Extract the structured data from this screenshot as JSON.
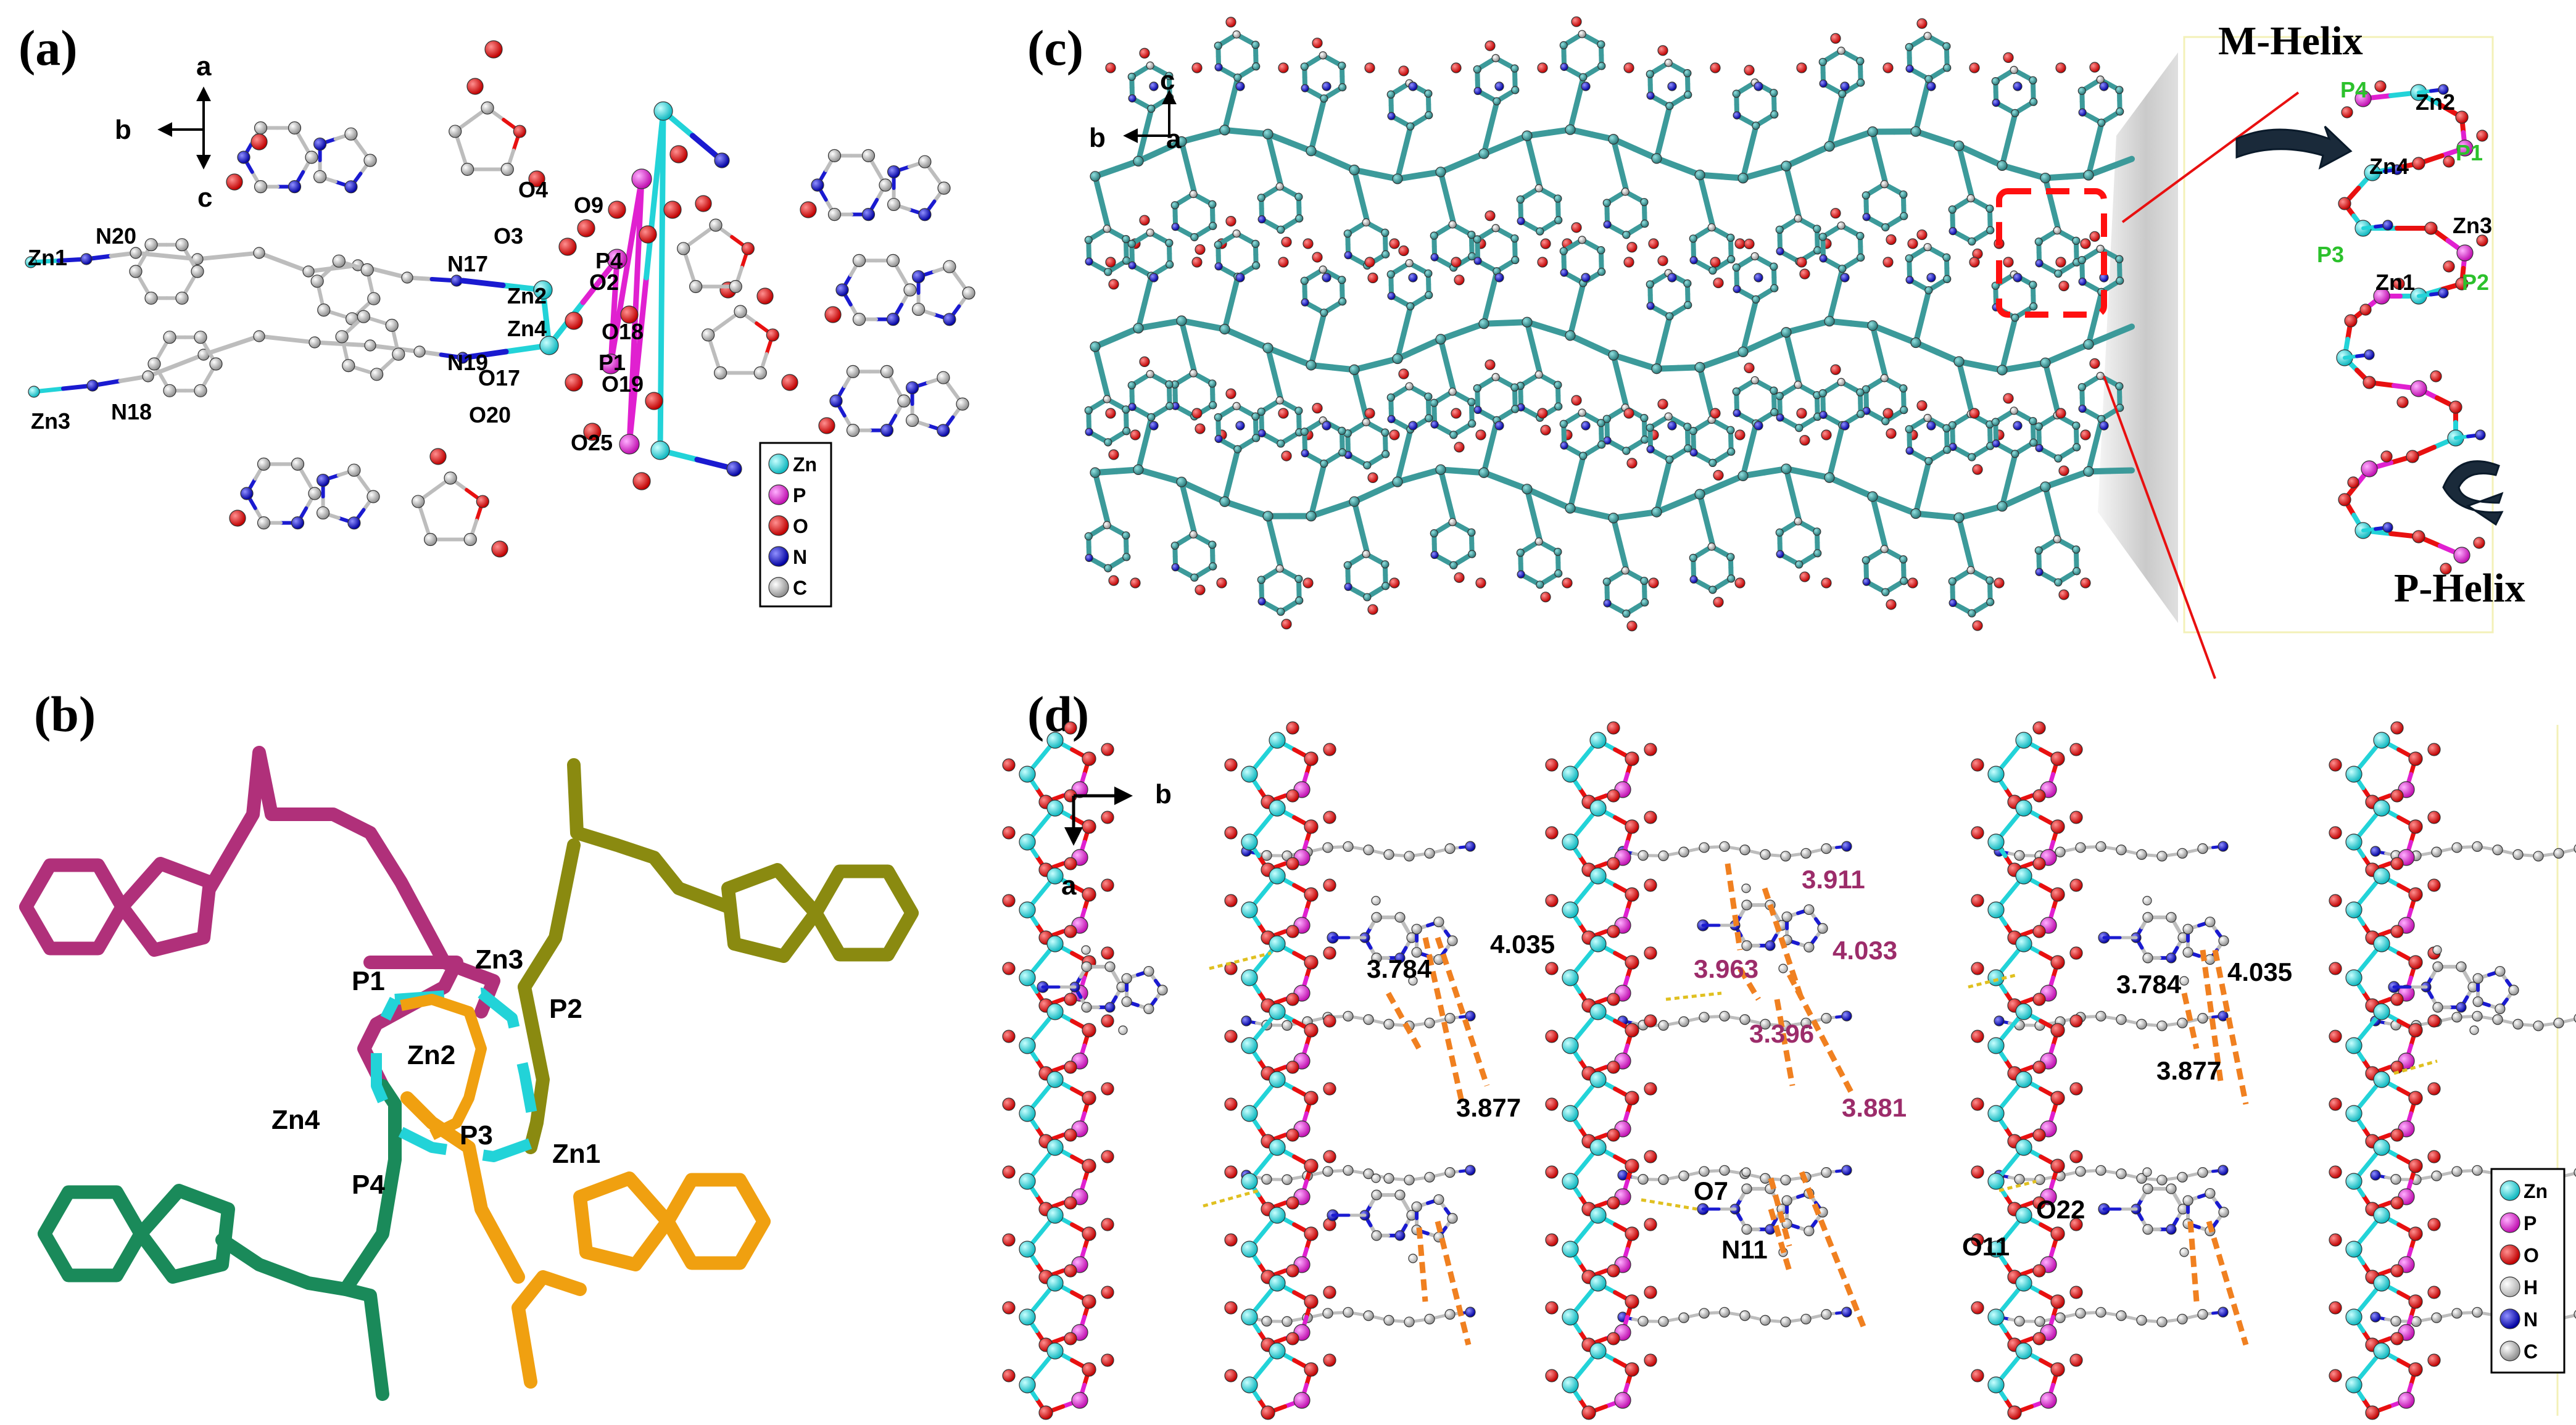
{
  "panels": {
    "a": {
      "label": "(a)",
      "axes": {
        "a": "a",
        "b": "b",
        "c": "c"
      },
      "atoms": [
        "Zn1",
        "N20",
        "Zn3",
        "N18",
        "N17",
        "N19",
        "Zn2",
        "Zn4",
        "O3",
        "O4",
        "O9",
        "P4",
        "O2",
        "O18",
        "P1",
        "O17",
        "O19",
        "O20",
        "O25"
      ],
      "legend": [
        "Zn",
        "P",
        "O",
        "N",
        "C"
      ]
    },
    "b": {
      "label": "(b)",
      "atoms": [
        "P1",
        "Zn3",
        "P2",
        "Zn2",
        "Zn4",
        "P3",
        "Zn1",
        "P4"
      ]
    },
    "c": {
      "label": "(c)",
      "axes": {
        "c": "c",
        "b": "b",
        "a": "a"
      },
      "helix_top": "M-Helix",
      "helix_bottom": "P-Helix",
      "helix_atoms_black": [
        "Zn2",
        "Zn4",
        "Zn3",
        "Zn1"
      ],
      "helix_atoms_green": [
        "P4",
        "P1",
        "P3",
        "P2"
      ]
    },
    "d": {
      "label": "(d)",
      "axes": {
        "b": "b",
        "a": "a"
      },
      "distances_black": [
        "4.035",
        "3.784",
        "3.877",
        "3.784",
        "4.035",
        "3.877"
      ],
      "distances_purple": [
        "3.911",
        "3.963",
        "4.033",
        "3.396",
        "3.881"
      ],
      "atoms": [
        "O7",
        "N11",
        "O11",
        "O22"
      ],
      "legend": [
        "Zn",
        "P",
        "O",
        "H",
        "N",
        "C"
      ]
    }
  },
  "colors": {
    "zn": "#22d3d8",
    "p": "#e020d0",
    "o": "#e81010",
    "n": "#1a1ad0",
    "c": "#c8c8c8",
    "teal": "#3c9a9a",
    "magenta_strand": "#b0307a",
    "olive_strand": "#8a8a10",
    "green_strand": "#1a8a5a",
    "orange_strand": "#f0a010",
    "dist_dash": "#f08020"
  }
}
